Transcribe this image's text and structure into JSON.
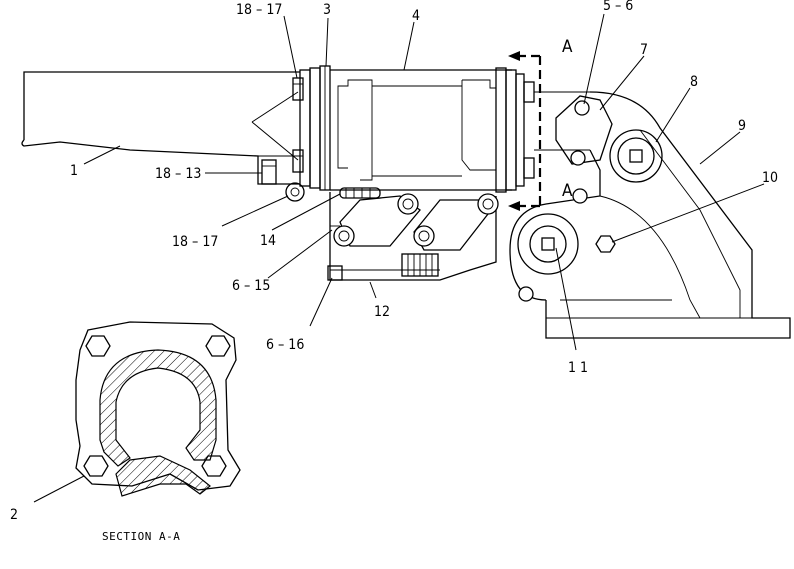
{
  "callouts": {
    "c1": "1",
    "c2": "2",
    "c3": "3",
    "c4": "4",
    "c5_6": "5 – 6",
    "c7": "7",
    "c8": "8",
    "c9": "9",
    "c10": "10",
    "c11": "1 1",
    "c12": "12",
    "c13": "18 – 13",
    "c14": "14",
    "c15": "6 – 15",
    "c16": "6 – 16",
    "c17a": "18 – 17",
    "c17b": "18 – 17"
  },
  "section_marks": {
    "top": "A",
    "bottom": "A"
  },
  "section_caption": "SECTION A-A"
}
